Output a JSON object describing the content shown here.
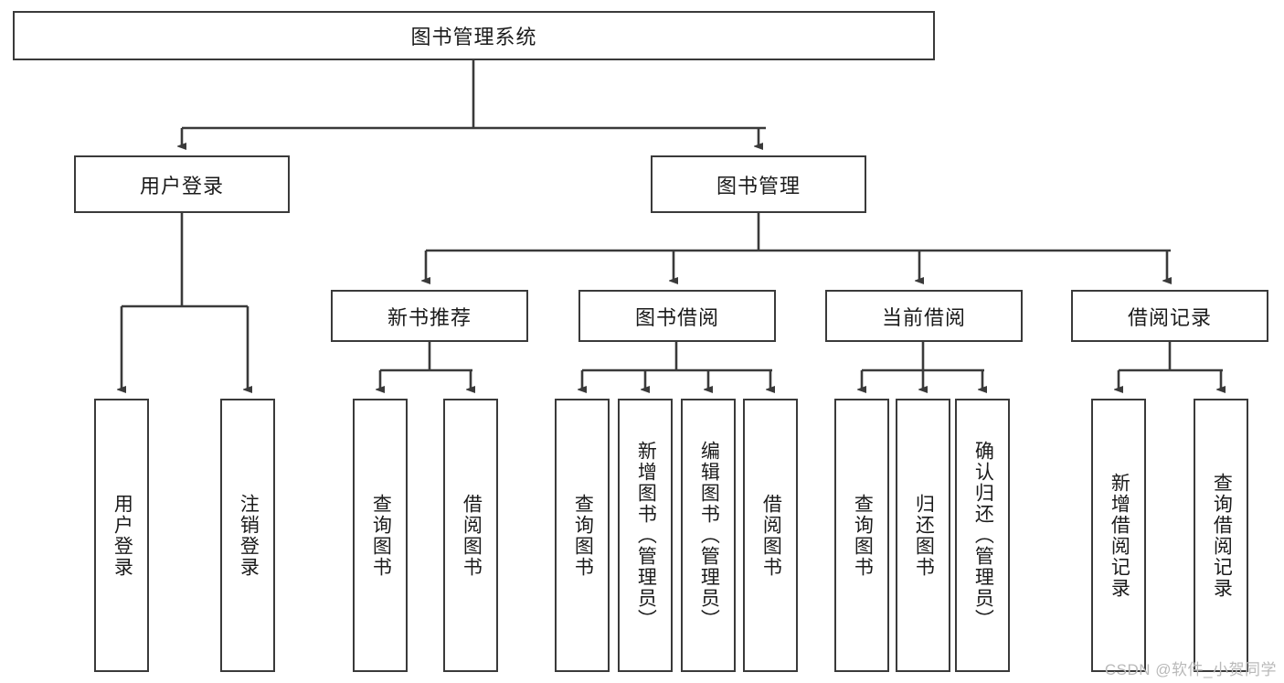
{
  "diagram": {
    "title": "图书管理系统",
    "type": "hierarchy-tree",
    "root": {
      "label": "图书管理系统"
    },
    "level2": [
      {
        "label": "用户登录"
      },
      {
        "label": "图书管理"
      }
    ],
    "level3": [
      {
        "label": "新书推荐"
      },
      {
        "label": "图书借阅"
      },
      {
        "label": "当前借阅"
      },
      {
        "label": "借阅记录"
      }
    ],
    "leaves": {
      "user_login": [
        {
          "label": "用户登录"
        },
        {
          "label": "注销登录"
        }
      ],
      "new_book_recommend": [
        {
          "label": "查询图书"
        },
        {
          "label": "借阅图书"
        }
      ],
      "book_borrow": [
        {
          "label": "查询图书"
        },
        {
          "label": "新增图书（管理员）"
        },
        {
          "label": "编辑图书（管理员）"
        },
        {
          "label": "借阅图书"
        }
      ],
      "current_borrow": [
        {
          "label": "查询图书"
        },
        {
          "label": "归还图书"
        },
        {
          "label": "确认归还（管理员）"
        }
      ],
      "borrow_record": [
        {
          "label": "新增借阅记录"
        },
        {
          "label": "查询借阅记录"
        }
      ]
    }
  },
  "watermark": {
    "text": "CSDN @软件_小贺同学"
  },
  "colors": {
    "stroke": "#3a3a3a",
    "text": "#1b1b1b",
    "background": "#ffffff",
    "watermark": "#b9b9b9"
  }
}
